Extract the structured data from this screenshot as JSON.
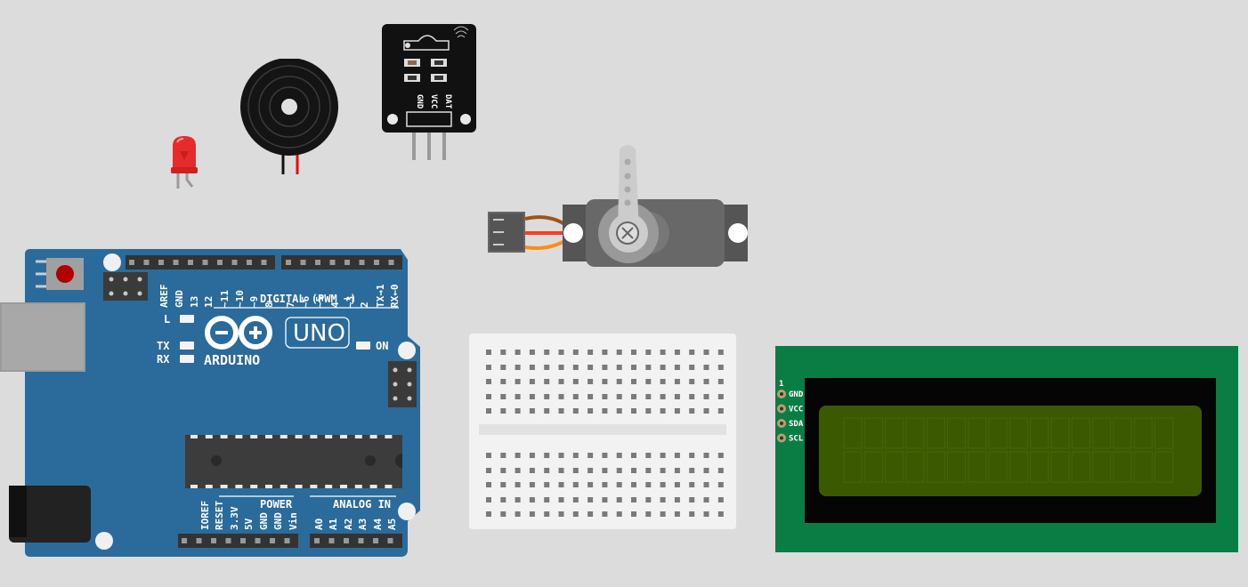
{
  "canvas": {
    "background": "#dcdcdc"
  },
  "arduino": {
    "brand": "ARDUINO",
    "model": "UNO",
    "digital_label": "DIGITAL (PWM ~)",
    "power_label": "POWER",
    "analog_label": "ANALOG IN",
    "led_l": "L",
    "led_tx": "TX",
    "led_rx": "RX",
    "led_on": "ON",
    "top_pins": [
      "AREF",
      "GND",
      "13",
      "12",
      "~11",
      "~10",
      "~9",
      "8",
      "7",
      "~6",
      "~5",
      "4",
      "~3",
      "2",
      "TX→1",
      "RX←0"
    ],
    "power_pins": [
      "IOREF",
      "RESET",
      "3.3V",
      "5V",
      "GND",
      "GND",
      "Vin"
    ],
    "analog_pins": [
      "A0",
      "A1",
      "A2",
      "A3",
      "A4",
      "A5"
    ],
    "colors": {
      "board": "#2a6b9b",
      "header": "#333333"
    }
  },
  "ir_sensor": {
    "pins": [
      "GND",
      "VCC",
      "DAT"
    ]
  },
  "lcd": {
    "first_pin": "1",
    "pins": [
      "GND",
      "VCC",
      "SDA",
      "SCL"
    ],
    "colors": {
      "pcb": "#0a7d44",
      "screen": "#3b5a00"
    }
  },
  "led": {
    "color": "#e52b2b"
  },
  "buzzer": {},
  "servo": {},
  "breadboard": {}
}
